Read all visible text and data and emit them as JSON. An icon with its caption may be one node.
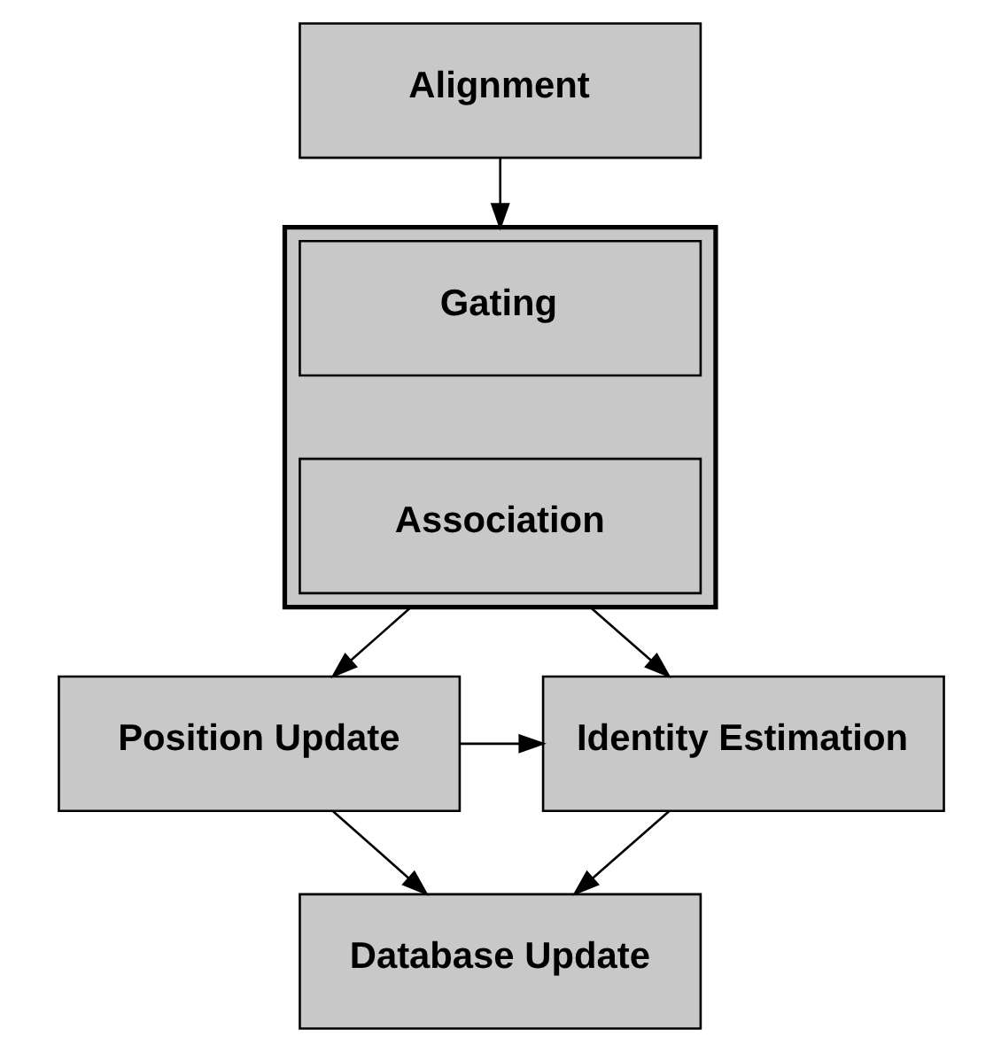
{
  "diagram": {
    "nodes": [
      {
        "text": [
          "Alignment"
        ]
      },
      {
        "text": [],
        "shape": "box"
      },
      {
        "text": [
          "Gating"
        ],
        "in": 1
      },
      {
        "text": [
          "Association"
        ],
        "in": 1
      },
      {
        "text": [
          "Position Update"
        ]
      },
      {
        "text": [
          "Identity Estimation"
        ]
      },
      {
        "text": [
          "Database Update"
        ]
      }
    ],
    "edges": [
      {
        "from": 0,
        "to": 1,
        "arrow": "to"
      },
      {
        "from": 1,
        "to": 4,
        "arrow": "to"
      },
      {
        "from": 1,
        "to": 5,
        "arrow": "to"
      },
      {
        "from": 4,
        "to": 5,
        "arrow": "to"
      },
      {
        "from": 4,
        "to": 6,
        "arrow": "to"
      },
      {
        "from": 5,
        "to": 6,
        "arrow": "to"
      }
    ]
  }
}
